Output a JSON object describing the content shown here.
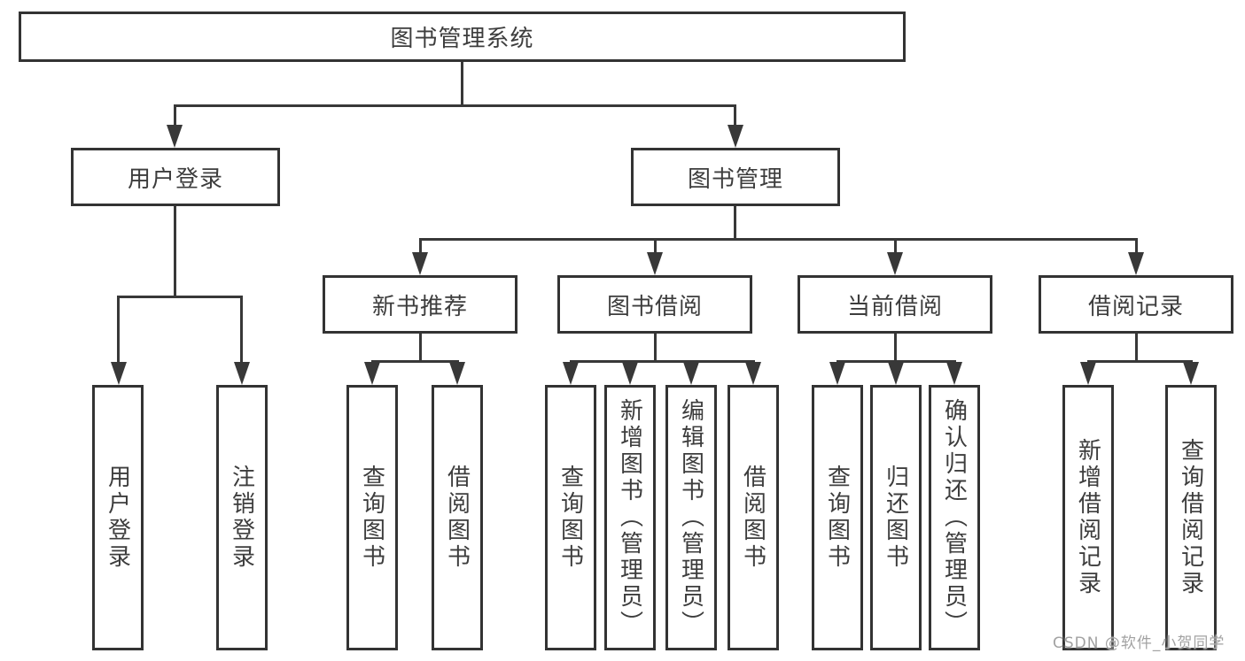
{
  "diagram": {
    "type": "feature-tree",
    "colors": {
      "background": "#ffffff",
      "box_border": "#333333",
      "line": "#383838",
      "text": "#3d3d3d",
      "watermark": "#a2a2a2"
    },
    "tree": {
      "root": {
        "label": "图书管理系统"
      },
      "level2": [
        {
          "label": "用户登录"
        },
        {
          "label": "图书管理"
        }
      ],
      "level3": [
        {
          "label": "新书推荐",
          "parent": "图书管理"
        },
        {
          "label": "图书借阅",
          "parent": "图书管理"
        },
        {
          "label": "当前借阅",
          "parent": "图书管理"
        },
        {
          "label": "借阅记录",
          "parent": "图书管理"
        }
      ],
      "leaves": [
        {
          "label": "用户登录",
          "parent": "用户登录"
        },
        {
          "label": "注销登录",
          "parent": "用户登录"
        },
        {
          "label": "查询图书",
          "parent": "新书推荐"
        },
        {
          "label": "借阅图书",
          "parent": "新书推荐"
        },
        {
          "label": "查询图书",
          "parent": "图书借阅"
        },
        {
          "label": "新增图书（管理员）",
          "parent": "图书借阅"
        },
        {
          "label": "编辑图书（管理员）",
          "parent": "图书借阅"
        },
        {
          "label": "借阅图书",
          "parent": "图书借阅"
        },
        {
          "label": "查询图书",
          "parent": "当前借阅"
        },
        {
          "label": "归还图书",
          "parent": "当前借阅"
        },
        {
          "label": "确认归还（管理员）",
          "parent": "当前借阅"
        },
        {
          "label": "新增借阅记录",
          "parent": "借阅记录"
        },
        {
          "label": "查询借阅记录",
          "parent": "借阅记录"
        }
      ]
    },
    "watermark": {
      "text": "CSDN @软件_小贺同学"
    }
  }
}
